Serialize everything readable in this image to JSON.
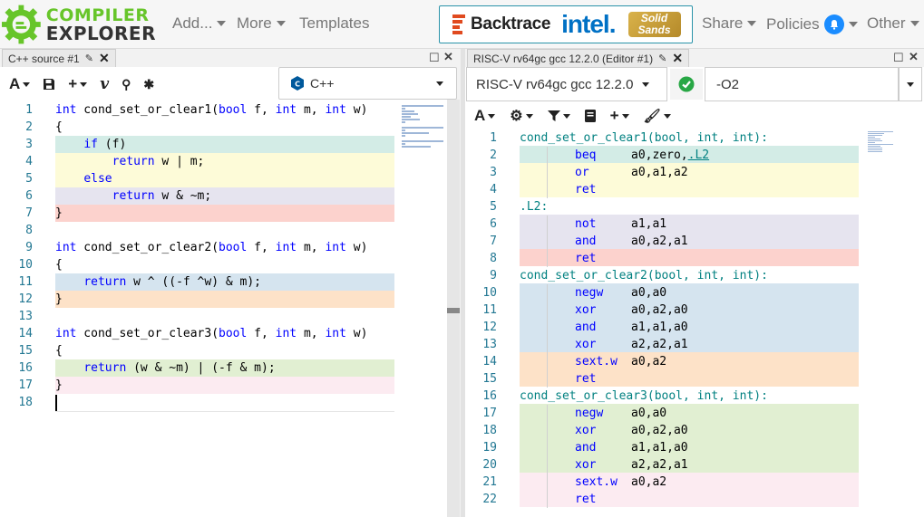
{
  "navbar": {
    "logo_line1": "COMPILER",
    "logo_line2": "EXPLORER",
    "add_label": "Add...",
    "more_label": "More",
    "templates_label": "Templates",
    "sponsor": {
      "backtrace": "Backtrace",
      "intel": "intel.",
      "solid_line1": "Solid",
      "solid_line2": "Sands"
    },
    "share_label": "Share",
    "policies_label": "Policies",
    "other_label": "Other"
  },
  "source_pane": {
    "tab_title": "C++ source #1",
    "language": "C++",
    "lines": [
      {
        "n": "1",
        "parts": [
          [
            "kw",
            "int"
          ],
          [
            "plain",
            " cond_set_or_clear1("
          ],
          [
            "kw",
            "bool"
          ],
          [
            "plain",
            " f, "
          ],
          [
            "kw",
            "int"
          ],
          [
            "plain",
            " m, "
          ],
          [
            "kw",
            "int"
          ],
          [
            "plain",
            " w)"
          ]
        ]
      },
      {
        "n": "2",
        "parts": [
          [
            "plain",
            "{"
          ]
        ]
      },
      {
        "n": "3",
        "parts": [
          [
            "plain",
            "    "
          ],
          [
            "kw",
            "if"
          ],
          [
            "plain",
            " (f)"
          ]
        ]
      },
      {
        "n": "4",
        "parts": [
          [
            "plain",
            "        "
          ],
          [
            "kw",
            "return"
          ],
          [
            "plain",
            " w | m;"
          ]
        ]
      },
      {
        "n": "5",
        "parts": [
          [
            "plain",
            "    "
          ],
          [
            "kw",
            "else"
          ]
        ]
      },
      {
        "n": "6",
        "parts": [
          [
            "plain",
            "        "
          ],
          [
            "kw",
            "return"
          ],
          [
            "plain",
            " w & ~m;"
          ]
        ]
      },
      {
        "n": "7",
        "parts": [
          [
            "plain",
            "}"
          ]
        ]
      },
      {
        "n": "8",
        "parts": []
      },
      {
        "n": "9",
        "parts": [
          [
            "kw",
            "int"
          ],
          [
            "plain",
            " cond_set_or_clear2("
          ],
          [
            "kw",
            "bool"
          ],
          [
            "plain",
            " f, "
          ],
          [
            "kw",
            "int"
          ],
          [
            "plain",
            " m, "
          ],
          [
            "kw",
            "int"
          ],
          [
            "plain",
            " w)"
          ]
        ]
      },
      {
        "n": "10",
        "parts": [
          [
            "plain",
            "{"
          ]
        ]
      },
      {
        "n": "11",
        "parts": [
          [
            "plain",
            "    "
          ],
          [
            "kw",
            "return"
          ],
          [
            "plain",
            " w ^ ((-f ^w) & m);"
          ]
        ]
      },
      {
        "n": "12",
        "parts": [
          [
            "plain",
            "}"
          ]
        ]
      },
      {
        "n": "13",
        "parts": []
      },
      {
        "n": "14",
        "parts": [
          [
            "kw",
            "int"
          ],
          [
            "plain",
            " cond_set_or_clear3("
          ],
          [
            "kw",
            "bool"
          ],
          [
            "plain",
            " f, "
          ],
          [
            "kw",
            "int"
          ],
          [
            "plain",
            " m, "
          ],
          [
            "kw",
            "int"
          ],
          [
            "plain",
            " w)"
          ]
        ]
      },
      {
        "n": "15",
        "parts": [
          [
            "plain",
            "{"
          ]
        ]
      },
      {
        "n": "16",
        "parts": [
          [
            "plain",
            "    "
          ],
          [
            "kw",
            "return"
          ],
          [
            "plain",
            " (w & ~m) | (-f & m);"
          ]
        ]
      },
      {
        "n": "17",
        "parts": [
          [
            "plain",
            "}"
          ]
        ]
      },
      {
        "n": "18",
        "parts": []
      }
    ]
  },
  "asm_pane": {
    "tab_title": "RISC-V rv64gc gcc 12.2.0 (Editor #1)",
    "compiler": "RISC-V rv64gc gcc 12.2.0",
    "options": "-O2",
    "lines": [
      {
        "n": "1",
        "label": "cond_set_or_clear1(bool, int, int):"
      },
      {
        "n": "2",
        "op": "beq",
        "args": "a0,zero,",
        "ref": ".L2"
      },
      {
        "n": "3",
        "op": "or",
        "args": "a0,a1,a2"
      },
      {
        "n": "4",
        "op": "ret",
        "args": ""
      },
      {
        "n": "5",
        "label": ".L2:"
      },
      {
        "n": "6",
        "op": "not",
        "args": "a1,a1"
      },
      {
        "n": "7",
        "op": "and",
        "args": "a0,a2,a1"
      },
      {
        "n": "8",
        "op": "ret",
        "args": ""
      },
      {
        "n": "9",
        "label": "cond_set_or_clear2(bool, int, int):"
      },
      {
        "n": "10",
        "op": "negw",
        "args": "a0,a0"
      },
      {
        "n": "11",
        "op": "xor",
        "args": "a0,a2,a0"
      },
      {
        "n": "12",
        "op": "and",
        "args": "a1,a1,a0"
      },
      {
        "n": "13",
        "op": "xor",
        "args": "a2,a2,a1"
      },
      {
        "n": "14",
        "op": "sext.w",
        "args": "a0,a2"
      },
      {
        "n": "15",
        "op": "ret",
        "args": ""
      },
      {
        "n": "16",
        "label": "cond_set_or_clear3(bool, int, int):"
      },
      {
        "n": "17",
        "op": "negw",
        "args": "a0,a0"
      },
      {
        "n": "18",
        "op": "xor",
        "args": "a0,a2,a0"
      },
      {
        "n": "19",
        "op": "and",
        "args": "a1,a1,a0"
      },
      {
        "n": "20",
        "op": "xor",
        "args": "a2,a2,a1"
      },
      {
        "n": "21",
        "op": "sext.w",
        "args": "a0,a2"
      },
      {
        "n": "22",
        "op": "ret",
        "args": ""
      }
    ]
  },
  "colors": {
    "hl_teal": "#d3ece6",
    "hl_yellow": "#fdfbd8",
    "hl_lavender": "#e6e4ef",
    "hl_pink": "#fcd2cd",
    "hl_blue": "#d5e4ef",
    "hl_peach": "#fde2c8",
    "hl_green": "#e1efd2",
    "hl_rose": "#fcebf1",
    "accent": "#67c52a"
  }
}
